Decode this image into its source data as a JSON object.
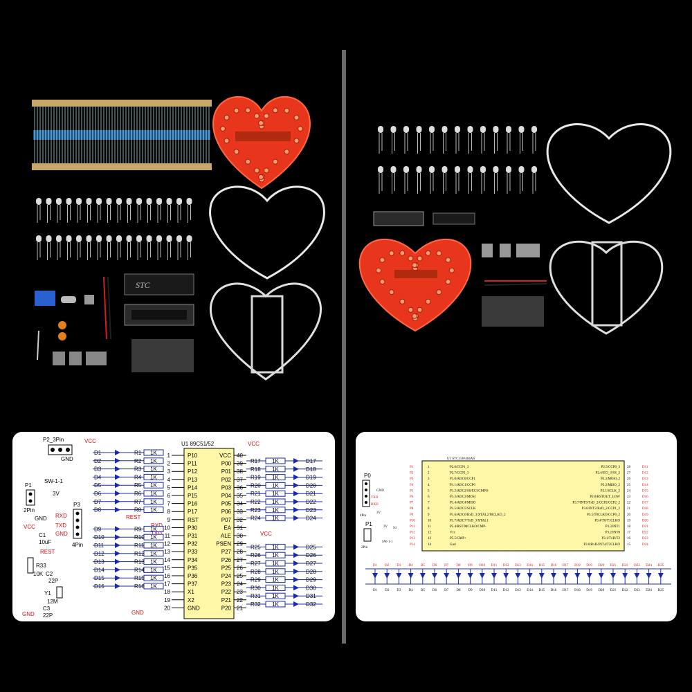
{
  "left_panel": {
    "chip_brand": "STC",
    "schematic": {
      "connector_p2": "P2_3Pin",
      "connector_p1": "P1",
      "p1_pins": "2Pin",
      "switch": "SW-1-1",
      "v3": "3V",
      "vcc": "VCC",
      "gnd": "GND",
      "c1": "C1",
      "c1_value": "10uF",
      "rest": "REST",
      "r33": "R33",
      "r33_value": "10K",
      "c2": "C2",
      "c2_value": "22P",
      "y1": "Y1",
      "y1_value": "12M",
      "c3": "C3",
      "c3_value": "22P",
      "p3": "P3",
      "p3_pins": "4Pin",
      "rxd": "RXD",
      "txd": "TXD",
      "u1": "U1 89C51/52",
      "left_pins": [
        "P10",
        "P11",
        "P12",
        "P13",
        "P14",
        "P15",
        "P16",
        "P17",
        "RST",
        "P30",
        "P31",
        "P32",
        "P33",
        "P34",
        "P35",
        "P36",
        "P37",
        "X1",
        "X2",
        "GND"
      ],
      "right_pins": [
        "VCC",
        "P00",
        "P01",
        "P02",
        "P03",
        "P04",
        "P05",
        "P06",
        "P07",
        "EA",
        "ALE",
        "PSEN",
        "P27",
        "P26",
        "P25",
        "P24",
        "P23",
        "P22",
        "P21",
        "P20"
      ],
      "left_leds": [
        "D1",
        "D2",
        "D3",
        "D4",
        "D5",
        "D6",
        "D7",
        "D8",
        "D9",
        "D10",
        "D11",
        "D12",
        "D13",
        "D14",
        "D15",
        "D16"
      ],
      "left_res": [
        "R1",
        "R2",
        "R3",
        "R4",
        "R5",
        "R6",
        "R7",
        "R8",
        "R9",
        "R10",
        "R11",
        "R12",
        "R13",
        "R14",
        "R15",
        "R16"
      ],
      "right_leds": [
        "D17",
        "D18",
        "D19",
        "D20",
        "D21",
        "D22",
        "D23",
        "D24",
        "D25",
        "D26",
        "D27",
        "D28",
        "D29",
        "D30",
        "D31",
        "D32"
      ],
      "right_res": [
        "R17",
        "R18",
        "R19",
        "R20",
        "R21",
        "R22",
        "R23",
        "R24",
        "R25",
        "R26",
        "R27",
        "R28",
        "R29",
        "R30",
        "R31",
        "R32"
      ],
      "res_value": "1K"
    }
  },
  "right_panel": {
    "schematic": {
      "u1": "U1   STC15W404AS",
      "p0": "P0",
      "p0_pins": "4Pin",
      "p1": "P1",
      "p1_pins": "2Pin",
      "switch": "SW-1-1",
      "s1": "S1",
      "v3": "3V",
      "gnd": "GND",
      "txd": "TXD",
      "rxd": "RXD",
      "left_funcs": [
        "P2.6/CCP1_3",
        "P2.7/CCP2_3",
        "P1.0/ADC0/CCP1",
        "P1.1/ADC1/CCP0",
        "P1.2/ADC2/SS/ECI/CMPO",
        "P1.3/ADC3/MOSI",
        "P1.4/ADC4/MISO",
        "P1.5/ADC5/SCLK",
        "P1.6/ADC6/RxD_3/XTAL2/MCLKO_2",
        "P1.7/ADC7/TxD_3/XTAL1",
        "P5.4/RST/MCLKO/CMP-",
        "Vcc",
        "P5.5/CMP+",
        "Gnd"
      ],
      "right_funcs": [
        "P2.5/CCP0_3",
        "P2.4/ECI_3/SS_2",
        "P2.3/MOSI_2",
        "P2.2/MISO_2",
        "P2.1/SCLK_2",
        "P2.0/RSTOUT_LOW",
        "P3.7/INT3/TxD_2/CCP2/CCP2_2",
        "P3.6/INT2/RxD_2/CCP1_2",
        "P3.5/T0CLKO/CCP0_2",
        "P3.4/T0/T1CLKO",
        "P3.3/INT1",
        "P3.2/INT0",
        "P3.1/TxD/T2",
        "P3.0/RxD/INT4/T2CLKO"
      ],
      "leds": [
        "D1",
        "D2",
        "D3",
        "D4",
        "D5",
        "D6",
        "D7",
        "D8",
        "D9",
        "D10",
        "D11",
        "D12",
        "D13",
        "D14",
        "D15",
        "D16",
        "D17",
        "D18",
        "D19",
        "D20",
        "D21",
        "D22",
        "D23",
        "D24",
        "D25"
      ]
    }
  }
}
